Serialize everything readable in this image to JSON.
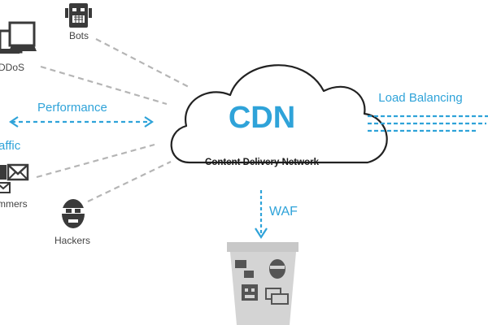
{
  "cloud": {
    "title": "CDN",
    "subtitle": "Content Delivery Network"
  },
  "labels": {
    "performance": "Performance",
    "traffic_partial": "affic",
    "load_balancing": "Load Balancing",
    "waf": "WAF"
  },
  "sources": {
    "bots": "Bots",
    "ddos_partial": "DDoS",
    "spammers_partial": "mmers",
    "hackers": "Hackers"
  },
  "colors": {
    "accent": "#2fa3d9",
    "cloud_stroke": "#222222",
    "icon_dark": "#3a3a3a",
    "dashed_line": "#b0b0b0",
    "bin": "#cccccc"
  },
  "icons": {
    "bots": "robot-icon",
    "ddos": "computers-icon",
    "spammers": "envelopes-icon",
    "hackers": "masked-face-icon",
    "bin": "trash-bin-icon"
  }
}
